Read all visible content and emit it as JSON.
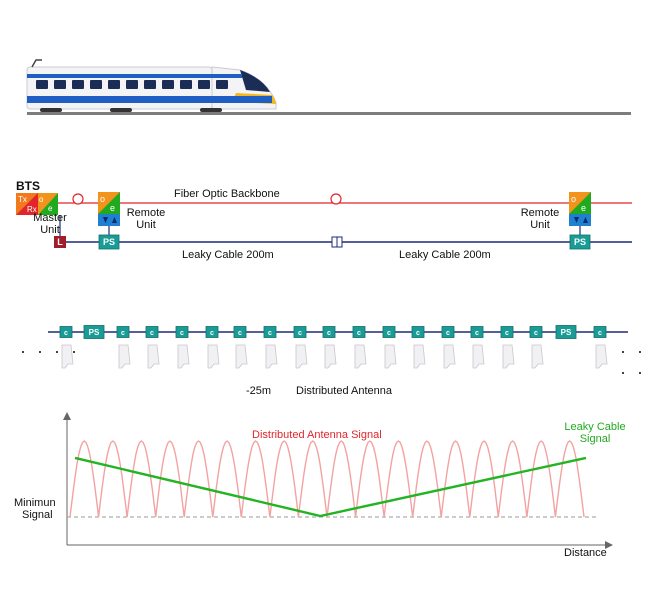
{
  "section_top": {
    "bts_label": "BTS",
    "bts_tx": "Tx",
    "bts_rx": "Rx",
    "master_unit": [
      "Master",
      "Unit"
    ],
    "unit_o": "o",
    "unit_e": "e",
    "l_box": "L",
    "ps_box": "PS",
    "remote_unit": [
      "Remote",
      "Unit"
    ],
    "fiber_label": "Fiber Optic Backbone",
    "leaky_label": "Leaky Cable 200m"
  },
  "section_middle": {
    "coupler": "c",
    "ps_box": "PS",
    "ellipsis": "· · · ·",
    "distance_label": "-25m",
    "antenna_label": "Distributed Antenna"
  },
  "signal_chart": {
    "antenna_signal_label": "Distributed Antenna Signal",
    "leaky_signal_label": [
      "Leaky Cable",
      "Signal"
    ],
    "min_signal_label": [
      "Minimun",
      "Signal"
    ],
    "distance_label": "Distance",
    "antenna_color": "#f3a2a2",
    "leaky_color": "#22b422",
    "leaky_points": [
      [
        0,
        0.88
      ],
      [
        0.48,
        0.0
      ],
      [
        1.0,
        0.88
      ]
    ],
    "antenna_lobes": 18
  },
  "colors": {
    "fiber_line": "#e0262b",
    "leaky_line": "#1f2a78",
    "teal": "#1a9c96",
    "train_blue": "#1f5fc4"
  }
}
